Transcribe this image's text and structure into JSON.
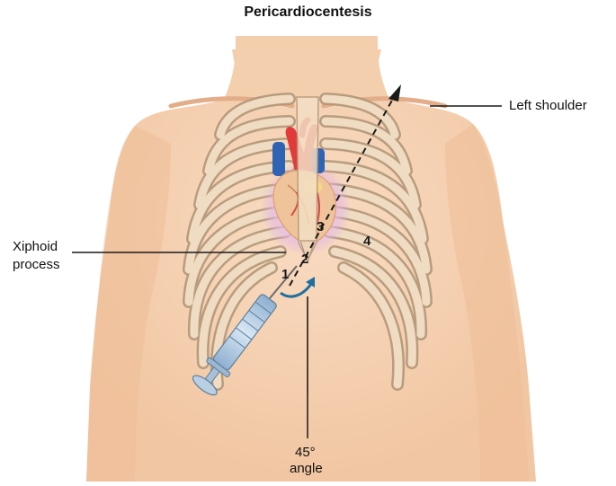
{
  "title": "Pericardiocentesis",
  "labels": {
    "left_shoulder": "Left shoulder",
    "xiphoid_line1": "Xiphoid",
    "xiphoid_line2": "process",
    "angle_line1": "45°",
    "angle_line2": "angle"
  },
  "markers": [
    "1",
    "2",
    "3",
    "4"
  ],
  "colors": {
    "skin": "#f6d3b4",
    "skin_shade": "#eebd97",
    "rib": "#efd9bd",
    "rib_edge": "#b39779",
    "aorta": "#e23a3a",
    "vena_cava": "#2f63b4",
    "heart_glow": "#d9a6e6",
    "arrow": "#1f6fa0",
    "syringe": "#a9c3dc"
  }
}
